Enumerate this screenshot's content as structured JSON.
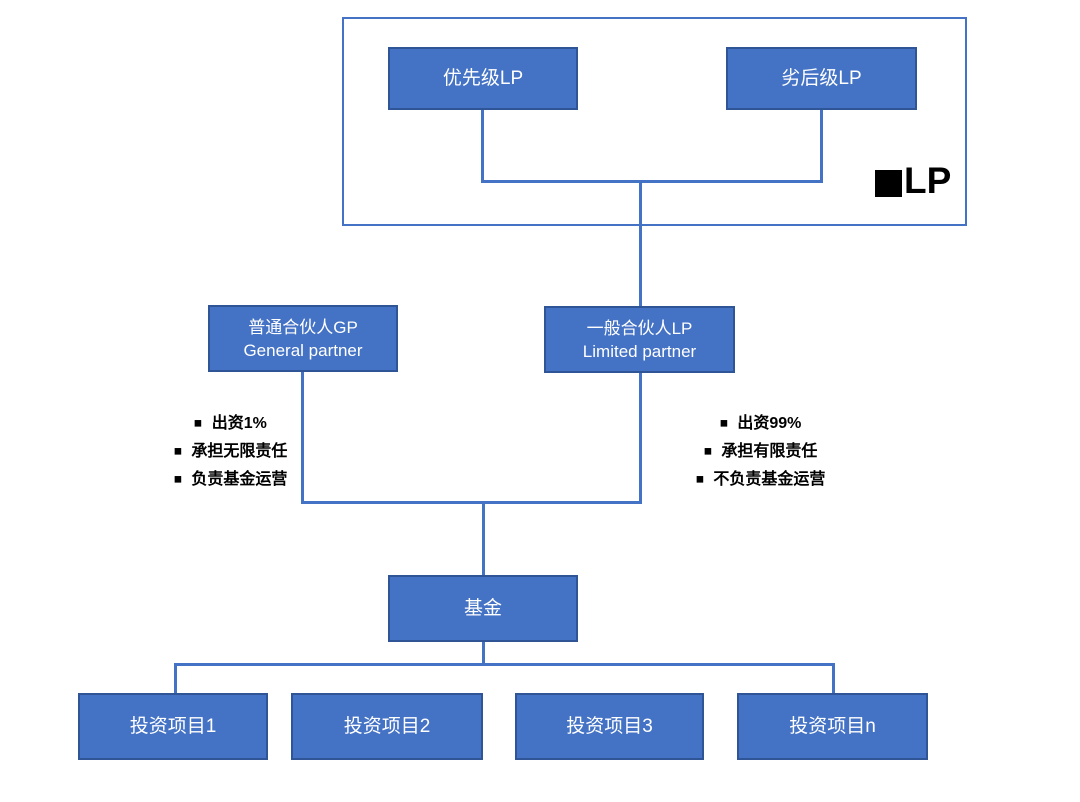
{
  "colors": {
    "box_fill": "#4472C4",
    "box_border": "#2F5597",
    "connector": "#4472C4",
    "annotation_text": "#000000",
    "box_text": "#FFFFFF",
    "background": "#FFFFFF"
  },
  "glyphs": {
    "bullet": "■"
  },
  "lp_group": {
    "legend_label": "LP",
    "senior": {
      "label": "优先级LP"
    },
    "junior": {
      "label": "劣后级LP"
    }
  },
  "partners": {
    "gp": {
      "title": "普通合伙人GP",
      "subtitle": "General partner",
      "bullets": [
        "出资1%",
        "承担无限责任",
        "负责基金运营"
      ]
    },
    "lp": {
      "title": "一般合伙人LP",
      "subtitle": "Limited partner",
      "bullets": [
        "出资99%",
        "承担有限责任",
        "不负责基金运营"
      ]
    }
  },
  "fund": {
    "label": "基金"
  },
  "projects": [
    {
      "label": "投资项目1"
    },
    {
      "label": "投资项目2"
    },
    {
      "label": "投资项目3"
    },
    {
      "label": "投资项目n"
    }
  ]
}
